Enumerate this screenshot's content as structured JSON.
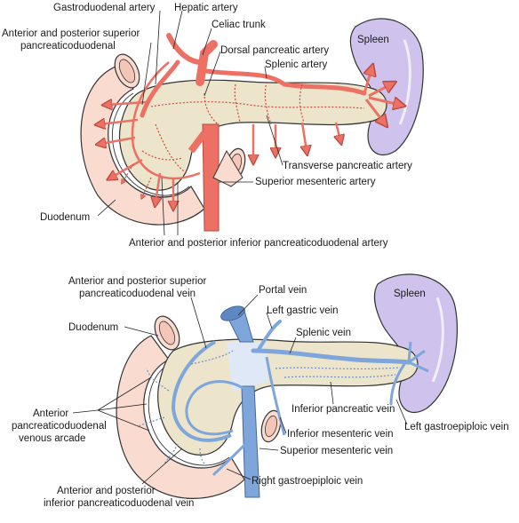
{
  "top_panel": {
    "labels": {
      "gastroduodenal_artery": "Gastroduodenal artery",
      "hepatic_artery": "Hepatic artery",
      "celiac_trunk": "Celiac trunk",
      "ant_post_superior_pd_line1": "Anterior and posterior superior",
      "ant_post_superior_pd_line2": "pancreaticoduodenal",
      "dorsal_pancreatic_artery": "Dorsal pancreatic artery",
      "splenic_artery": "Splenic artery",
      "spleen": "Spleen",
      "transverse_pancreatic_artery": "Transverse pancreatic artery",
      "superior_mesenteric_artery": "Superior mesenteric artery",
      "duodenum": "Duodenum",
      "ant_post_inferior_pd_artery": "Anterior and posterior inferior pancreaticoduodenal artery"
    }
  },
  "bottom_panel": {
    "labels": {
      "ant_post_superior_pd_vein_line1": "Anterior and posterior superior",
      "ant_post_superior_pd_vein_line2": "pancreaticoduodenal vein",
      "portal_vein": "Portal vein",
      "left_gastric_vein": "Left gastric vein",
      "spleen": "Spleen",
      "duodenum": "Duodenum",
      "splenic_vein": "Splenic vein",
      "anterior_line1": "Anterior",
      "anterior_line2": "pancreaticoduodenal",
      "anterior_line3": "venous arcade",
      "inferior_pancreatic_vein": "Inferior pancreatic vein",
      "left_gastroepiploic_vein": "Left gastroepiploic vein",
      "inferior_mesenteric_vein": "Inferior mesenteric vein",
      "superior_mesenteric_vein": "Superior mesenteric vein",
      "right_gastroepiploic_vein": "Right gastroepiploic vein",
      "ant_post_inferior_pd_vein_line1": "Anterior and posterior",
      "ant_post_inferior_pd_vein_line2": "inferior pancreaticoduodenal vein"
    }
  },
  "colors": {
    "pancreas": "#ece5cc",
    "duodenum": "#fadbd0",
    "spleen": "#cfc2ec",
    "artery": "#ec7064",
    "vein": "#7fa6da",
    "vein_light": "#dfe8f6"
  }
}
